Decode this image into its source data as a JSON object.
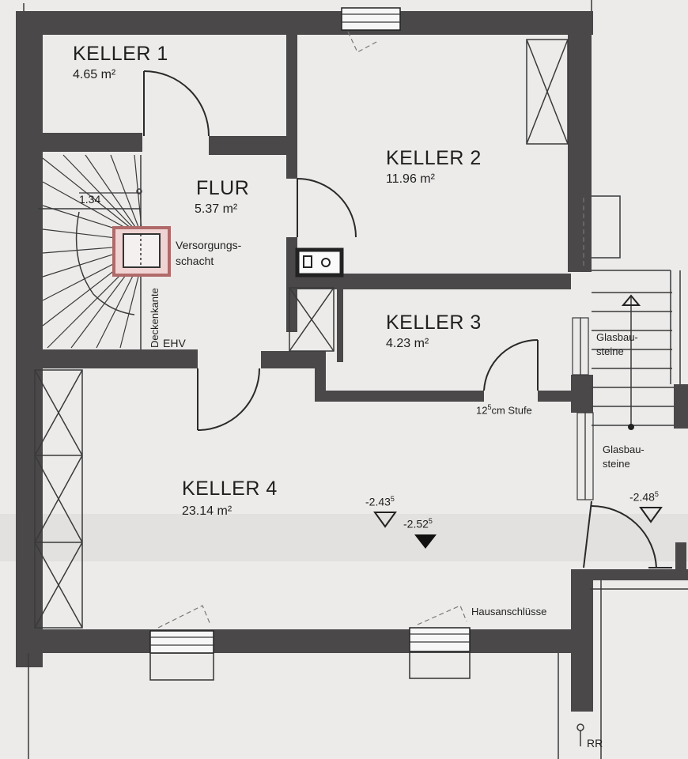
{
  "rooms": {
    "keller1": {
      "name": "KELLER 1",
      "area": "4.65 m²"
    },
    "keller2": {
      "name": "KELLER 2",
      "area": "11.96 m²"
    },
    "keller3": {
      "name": "KELLER 3",
      "area": "4.23 m²"
    },
    "keller4": {
      "name": "KELLER 4",
      "area": "23.14 m²"
    },
    "flur": {
      "name": "FLUR",
      "area": "5.37 m²"
    }
  },
  "annotations": {
    "stair_width": "1.34",
    "versorgung_line1": "Versorgungs-",
    "versorgung_line2": "schacht",
    "deckenkante": "Deckenkante",
    "ehv": "EHV",
    "stufe_pre": "12",
    "stufe_sup": "5",
    "stufe_post": "cm Stufe",
    "glas1_line1": "Glasbau-",
    "glas1_line2": "steine",
    "glas2_line1": "Glasbau-",
    "glas2_line2": "steine",
    "hausanschluesse": "Hausanschlüsse",
    "rr": "RR"
  },
  "levels": {
    "l1": {
      "main": "-2.43",
      "sup": "5"
    },
    "l2": {
      "main": "-2.52",
      "sup": "5"
    },
    "l3": {
      "main": "-2.48",
      "sup": "5"
    }
  },
  "colors": {
    "paper": "#ecebea",
    "wall": "#4a4849",
    "shaft": "#b06a6a"
  }
}
